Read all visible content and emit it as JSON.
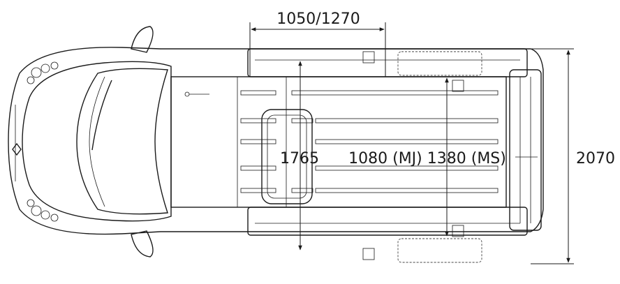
{
  "dimensions": {
    "load_length": "1050/1270",
    "interior_width": "1765",
    "rail_width": "1080 (MJ) 1380 (MS)",
    "overall_width": "2070"
  },
  "colors": {
    "line": "#1a1a1a",
    "background": "#ffffff"
  }
}
